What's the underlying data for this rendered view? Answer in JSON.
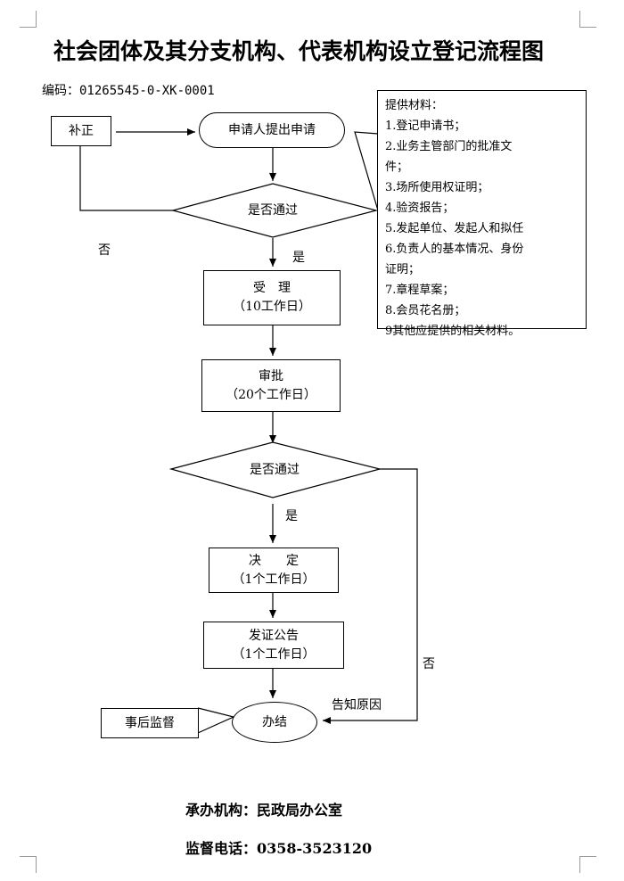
{
  "title": "社会团体及其分支机构、代表机构设立登记流程图",
  "code": "编码：01265545-0-XK-0001",
  "nodes": {
    "correction": "补正",
    "apply": "申请人提出申请",
    "check1": "是否通过",
    "accept": {
      "line1": "受　理",
      "line2": "（10工作日）"
    },
    "approve": {
      "line1": "审批",
      "line2": "（20个工作日）"
    },
    "check2": "是否通过",
    "decide": {
      "line1": "决　　定",
      "line2": "（1个工作日）"
    },
    "certificate": {
      "line1": "发证公告",
      "line2": "（1个工作日）"
    },
    "finish": "办结",
    "supervise": "事后监督"
  },
  "edge_labels": {
    "no_left": "否",
    "yes1": "是",
    "yes2": "是",
    "no_right": "否",
    "notify_reason": "告知原因"
  },
  "materials": {
    "heading": "提供材料：",
    "items": [
      "1.登记申请书；",
      "2.业务主管部门的批准文",
      "件；",
      "3.场所使用权证明；",
      "4.验资报告；",
      "5.发起单位、发起人和拟任",
      "6.负责人的基本情况、身份",
      "证明；",
      "7.章程草案；",
      "8.会员花名册；",
      "9其他应提供的相关材料。"
    ]
  },
  "footer": {
    "office": "承办机构：民政局办公室",
    "phone": "监督电话：0358-3523120"
  }
}
